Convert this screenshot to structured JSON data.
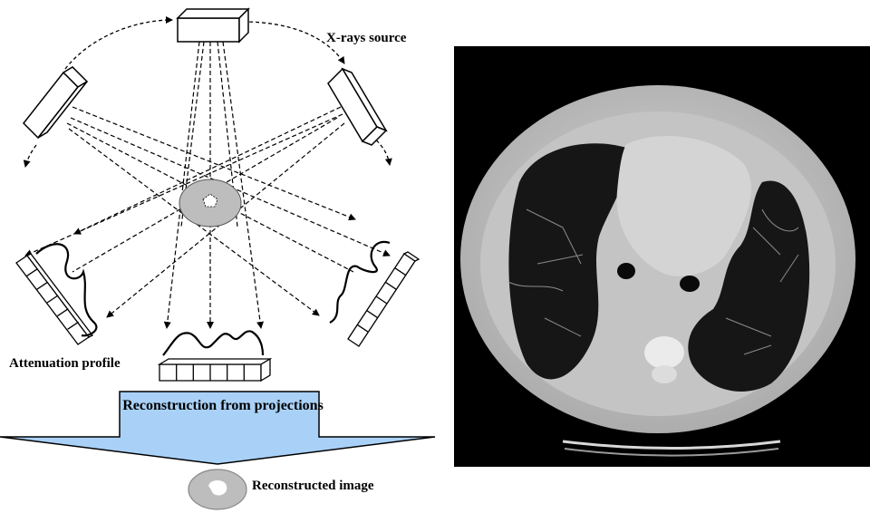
{
  "labels": {
    "xray_source": "X-rays source",
    "attenuation_profile": "Attenuation profile",
    "reconstruction_from_projections": "Reconstruction from projections",
    "reconstructed_image": "Reconstructed image"
  },
  "colors": {
    "arrow_fill": "#a9d1f7",
    "object_fill": "#bdbdbd",
    "ct_background": "#000000",
    "ct_body": "#c9c9c9",
    "lung": "#151515"
  },
  "illustration": "axial chest CT scan"
}
